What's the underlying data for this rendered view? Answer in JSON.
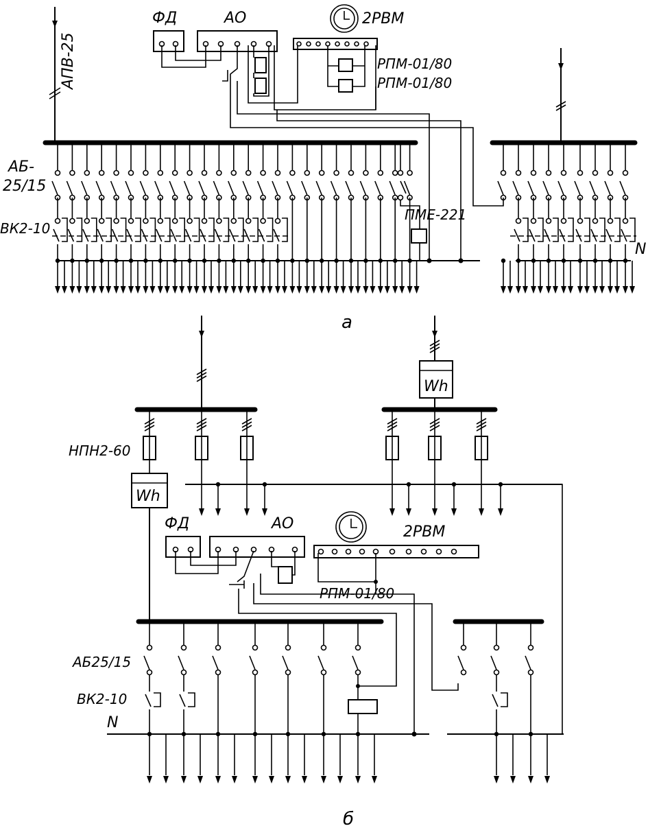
{
  "part_a": {
    "caption": "а",
    "labels": {
      "photo_sensor": "ФД",
      "auto_unit": "АО",
      "timer": "2РВМ",
      "relay_1": "РПМ-01/80",
      "relay_2": "РПМ-01/80",
      "input_breaker": "АПВ-25",
      "breakers": "АБ-\n25/15",
      "breakers_line1": "АБ-",
      "breakers_line2": "25/15",
      "switches": "ВК2-10",
      "starter": "ПМЕ-221",
      "neutral": "N"
    }
  },
  "part_b": {
    "caption": "б",
    "labels": {
      "fuses": "НПН2-60",
      "meter_left": "Wh",
      "meter_right": "Wh",
      "photo_sensor": "ФД",
      "auto_unit": "АО",
      "timer": "2РВМ",
      "relay": "РПМ-01/80",
      "breakers": "АБ25/15",
      "switches": "ВК2-10",
      "neutral": "N"
    }
  }
}
